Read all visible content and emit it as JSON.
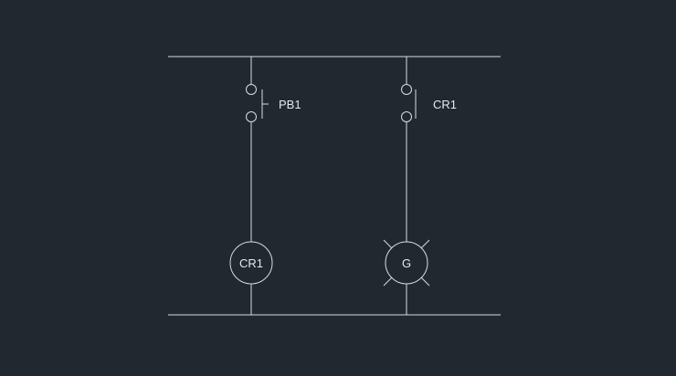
{
  "diagram": {
    "type": "ladder-schematic",
    "colors": {
      "background": "#212830",
      "line": "#d8dde2",
      "text": "#e6eaee"
    },
    "rungs": [
      {
        "contact": {
          "label": "PB1",
          "kind": "normally-open-pushbutton"
        },
        "load": {
          "label": "CR1",
          "kind": "relay-coil"
        }
      },
      {
        "contact": {
          "label": "CR1",
          "kind": "normally-open-contact"
        },
        "load": {
          "label": "G",
          "kind": "pilot-lamp"
        }
      }
    ]
  }
}
